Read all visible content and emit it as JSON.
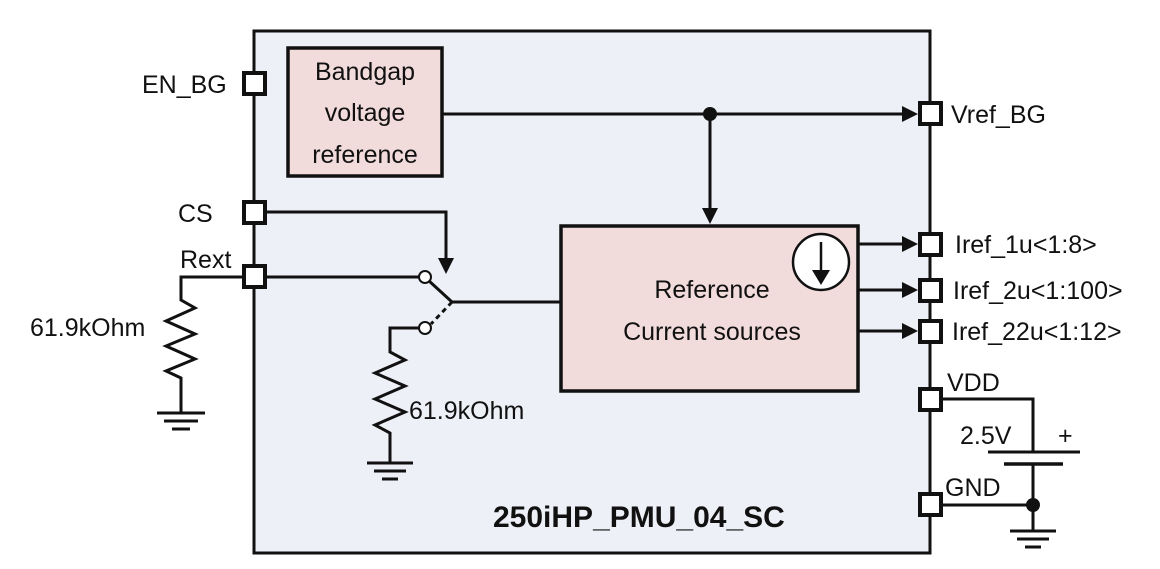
{
  "chip": {
    "name": "250iHP_PMU_04_SC",
    "fill_color": "#eef0f7",
    "block_color": "#f2dbdb"
  },
  "blocks": {
    "bandgap": [
      "Bandgap",
      "voltage",
      "reference"
    ],
    "current_sources": [
      "Reference",
      "Current sources"
    ]
  },
  "pins": {
    "en_bg": "EN_BG",
    "cs": "CS",
    "rext": "Rext",
    "vref_bg": "Vref_BG",
    "iref_1u": "Iref_1u<1:8>",
    "iref_2u": "Iref_2u<1:100>",
    "iref_22u": "Iref_22u<1:12>",
    "vdd": "VDD",
    "gnd": "GND"
  },
  "components": {
    "external_resistor": "61.9kOhm",
    "internal_resistor": "61.9kOhm",
    "supply_voltage": "2.5V",
    "supply_polarity": "+"
  }
}
